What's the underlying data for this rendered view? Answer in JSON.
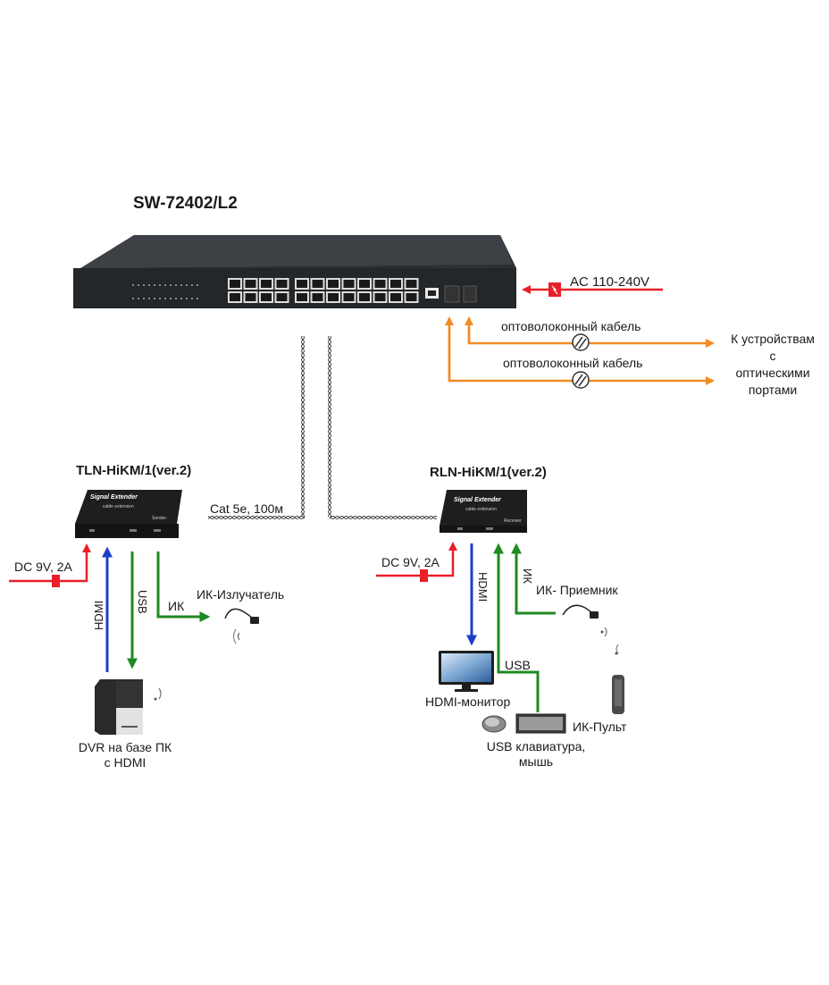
{
  "diagram": {
    "switch": {
      "model": "SW-72402/L2",
      "power_label": "AC 110-240V",
      "rj45_port_count": 24,
      "sfp_port_count": 2
    },
    "fiber": {
      "cable_label_1": "оптоволоконный кабель",
      "cable_label_2": "оптоволоконный кабель",
      "destination_line1": "К устройствам",
      "destination_line2": "с",
      "destination_line3": "оптическими",
      "destination_line4": "портами"
    },
    "cable": {
      "label": "Cat 5e, 100м"
    },
    "transmitter": {
      "model": "TLN-HiKM/1(ver.2)",
      "device_title": "Signal Extender",
      "device_subtitle": "cable extension",
      "device_role": "Sender",
      "power_label": "DC 9V, 2A",
      "hdmi_label": "HDMI",
      "usb_label": "USB",
      "ir_label": "ИК",
      "ir_device_label": "ИК-Излучатель",
      "pc_label_line1": "DVR на базе ПК",
      "pc_label_line2": "с HDMI"
    },
    "receiver": {
      "model": "RLN-HiKM/1(ver.2)",
      "device_title": "Signal Extender",
      "device_subtitle": "cable extension",
      "device_role": "Receiver",
      "power_label": "DC 9V, 2A",
      "hdmi_label": "HDMI",
      "usb_label": "USB",
      "ir_label": "ИК",
      "ir_device_label": "ИК- Приемник",
      "monitor_label": "HDMI-монитор",
      "keyboard_label_line1": "USB клавиатура,",
      "keyboard_label_line2": "мышь",
      "remote_label": "ИК-Пульт"
    },
    "colors": {
      "power": "#e8202a",
      "hdmi": "#1b3fc4",
      "usb_ir": "#1f8a1f",
      "fiber": "#f08a24",
      "device": "#1e1e1e"
    }
  }
}
